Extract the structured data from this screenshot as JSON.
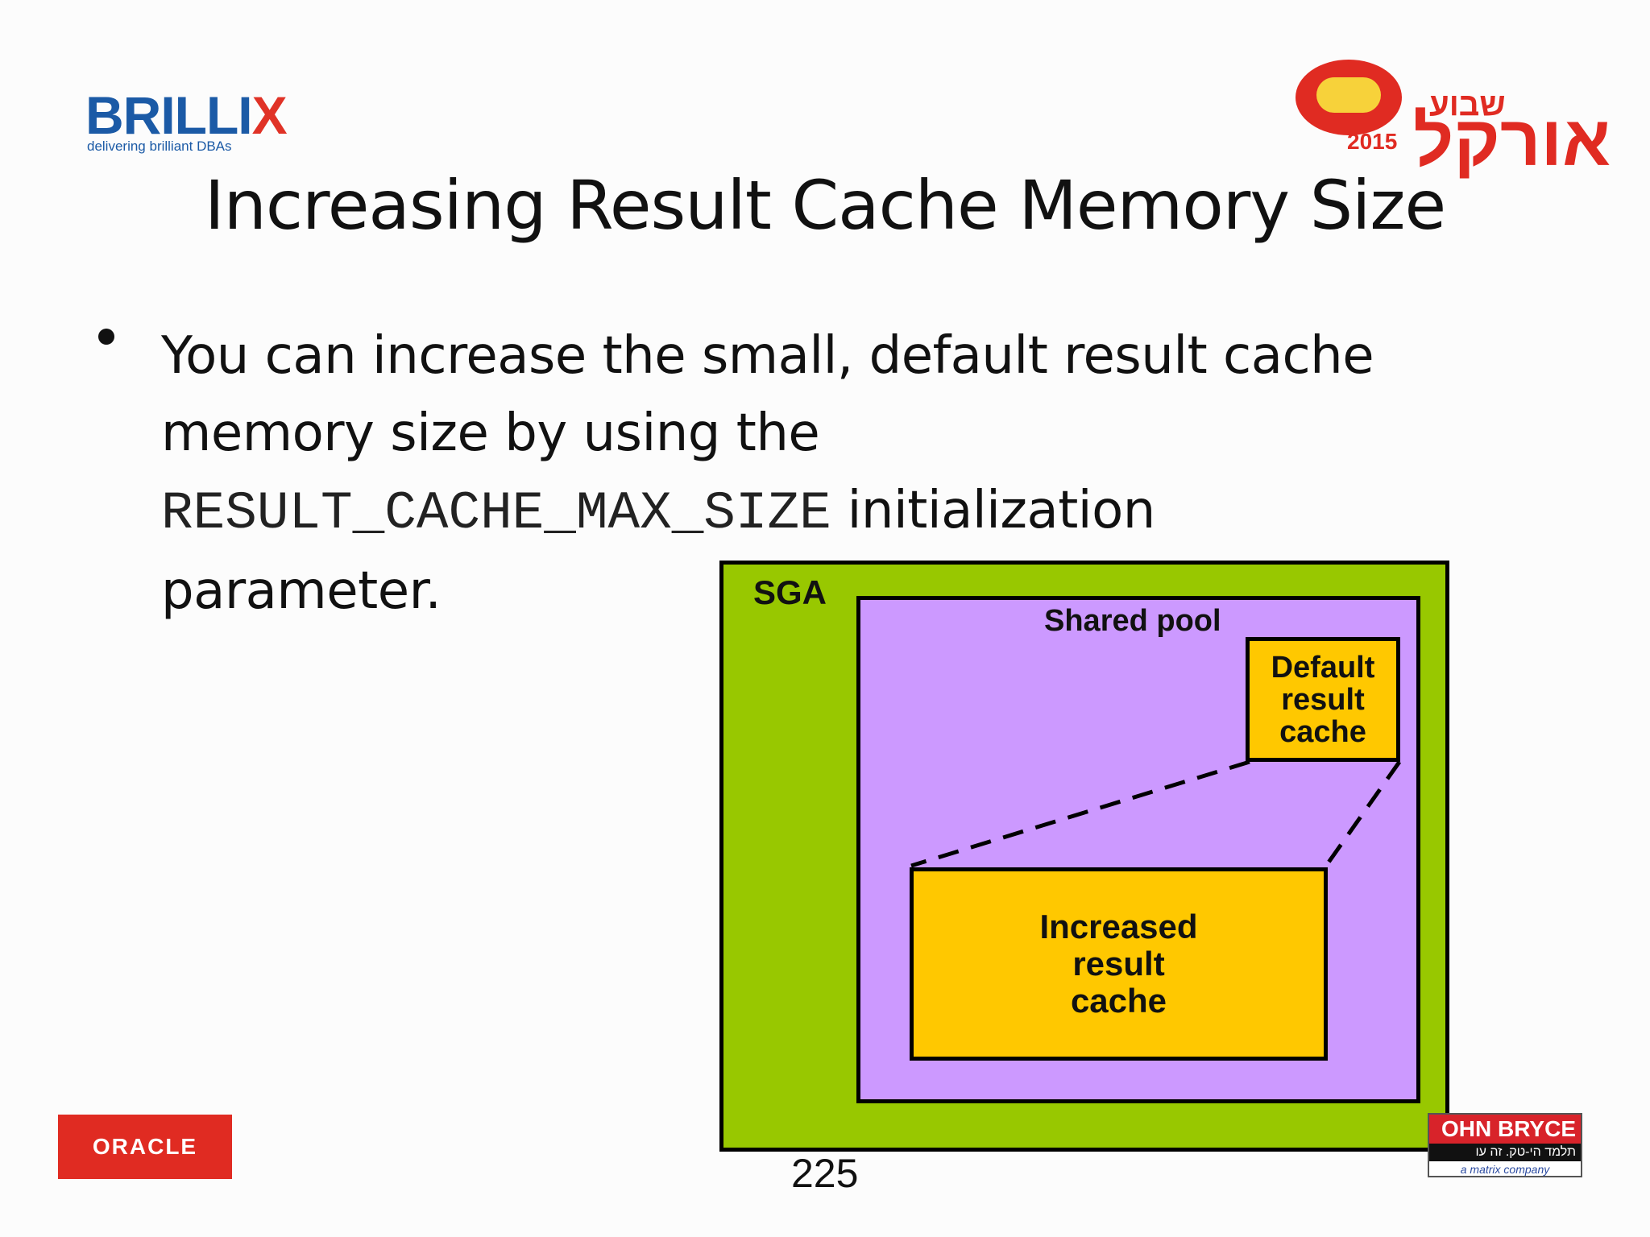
{
  "logos": {
    "brillix": {
      "name": "BRILLI",
      "name_x": "X",
      "tagline": "delivering brilliant DBAs"
    },
    "oracle_week": {
      "line1": "שבוע",
      "line2": "אורקל",
      "year": "2015"
    },
    "oracle": {
      "text": "ORACLE"
    },
    "john_bryce": {
      "name": "OHN BRYCE",
      "tagline": "תלמד הי-טק. זה עו",
      "sub": "a matrix company"
    }
  },
  "slide": {
    "title": "Increasing Result Cache Memory Size",
    "bullet": {
      "text_before": "You can increase the small, default result cache memory size by using the",
      "code": "RESULT_CACHE_MAX_SIZE",
      "text_after": "initialization parameter."
    },
    "page_number": "225"
  },
  "diagram": {
    "sga_label": "SGA",
    "shared_pool_label": "Shared pool",
    "default_cache_label": "Default result cache",
    "increased_cache_label": "Increased result cache"
  },
  "colors": {
    "sga": "#98c800",
    "shared_pool": "#cc99ff",
    "cache": "#ffc800",
    "brand_red": "#e02b22",
    "brand_blue": "#1b5aa6"
  }
}
